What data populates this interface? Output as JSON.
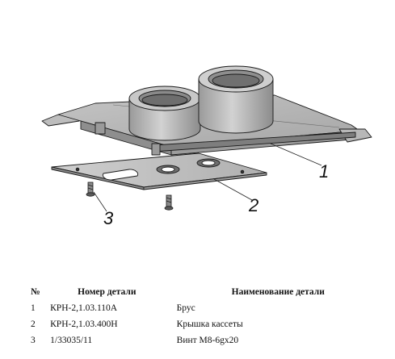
{
  "callouts": [
    "1",
    "2",
    "3"
  ],
  "table": {
    "headers": [
      "№",
      "Номер детали",
      "Наименование детали"
    ],
    "rows": [
      {
        "num": "1",
        "code": "КРН-2,1.03.110А",
        "name": "Брус"
      },
      {
        "num": "2",
        "code": "КРН-2,1.03.400Н",
        "name": "Крышка кассеты"
      },
      {
        "num": "3",
        "code": "1/33035/11",
        "name": "Винт М8-6gх20"
      }
    ]
  },
  "colors": {
    "part_fill_light": "#d6d6d6",
    "part_fill_mid": "#bdbdbd",
    "part_fill_dark": "#8e8e8e",
    "outline": "#1a1a1a"
  }
}
